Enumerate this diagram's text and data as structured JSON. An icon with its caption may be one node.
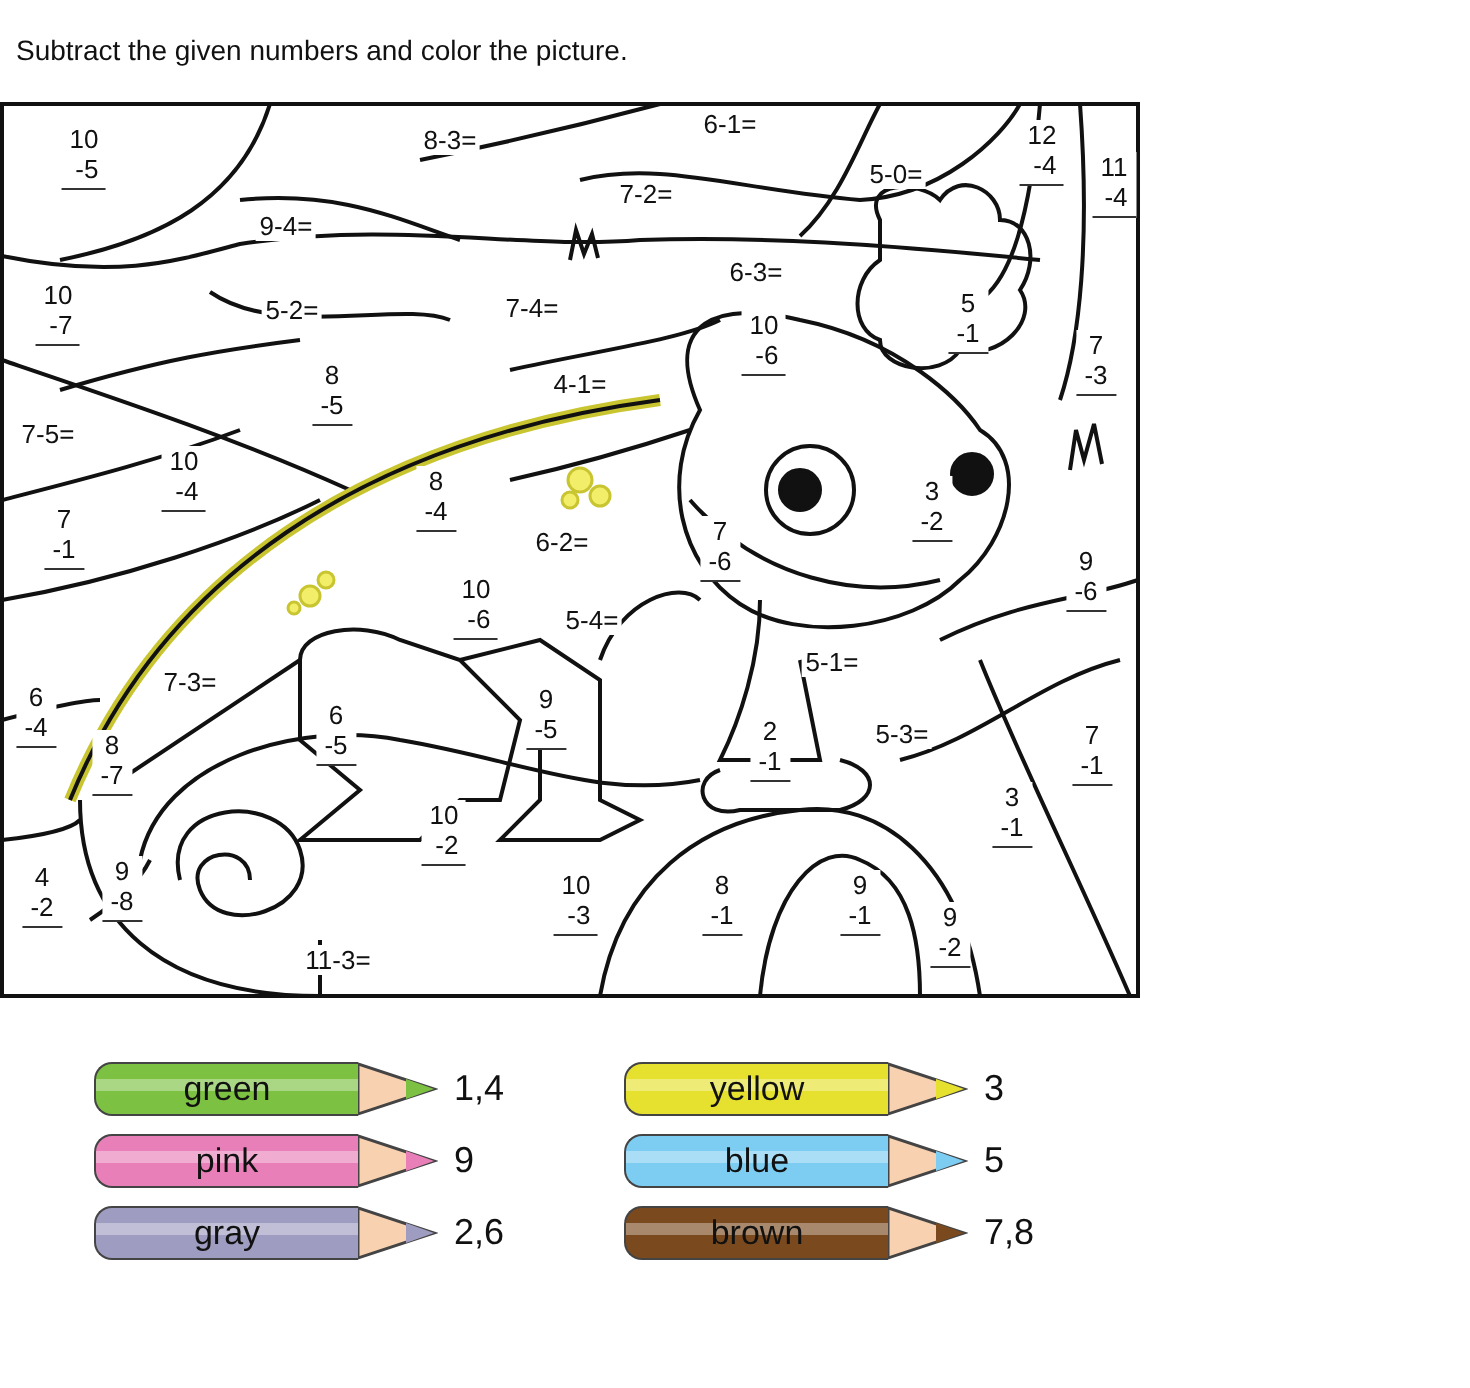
{
  "diagram": {
    "title": "Subtract the given numbers and color the picture.",
    "labels": [
      "10 -5",
      "8-3=",
      "6-1=",
      "12 -4",
      "5-0=",
      "11 -4",
      "7-2=",
      "9-4=",
      "6-3=",
      "10 -7",
      "5-2=",
      "7-4=",
      "5 -1",
      "10 -6",
      "7 -3",
      "8 -5",
      "4-1=",
      "7-5=",
      "10 -4",
      "8 -4",
      "3 -2",
      "7 -1",
      "6-2=",
      "7 -6",
      "9 -6",
      "10 -6",
      "5-4=",
      "5-1=",
      "7-3=",
      "6 -4",
      "6 -5",
      "9 -5",
      "2 -1",
      "5-3=",
      "8 -7",
      "7 -1",
      "10 -2",
      "3 -1",
      "4 -2",
      "9 -8",
      "10 -3",
      "8 -1",
      "9 -1",
      "9 -2",
      "11-3=",
      "1,4",
      "3",
      "9",
      "5",
      "2,6",
      "7,8"
    ],
    "legend": [
      {
        "text": "green",
        "color": "#7cc142"
      },
      {
        "text": "yellow",
        "color": "#e6e02e"
      },
      {
        "text": "pink",
        "color": "#e97fb8"
      },
      {
        "text": "blue",
        "color": "#7dcdf3"
      },
      {
        "text": "gray",
        "color": "#9e9cc0"
      },
      {
        "text": "brown",
        "color": "#7a4a1e"
      }
    ]
  }
}
